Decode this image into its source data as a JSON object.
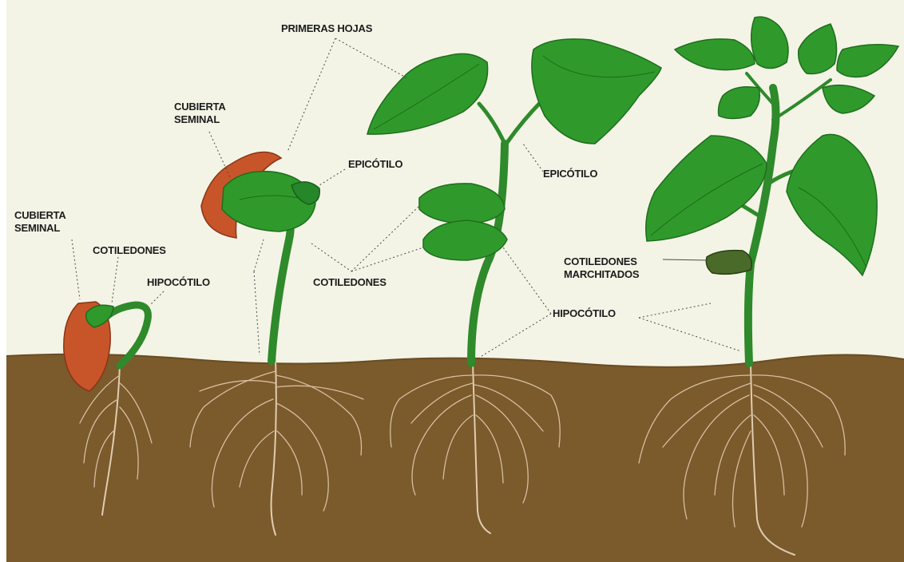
{
  "diagram": {
    "colors": {
      "sky": "#f3f4e6",
      "soil": "#7b5a2c",
      "stem": "#2e8a2a",
      "leaf": "#2f9a2b",
      "seed_coat": "#c8552a",
      "root": "#e0cdb0"
    },
    "labels": {
      "cubierta_seminal_1": "CUBIERTA\nSEMINAL",
      "cotiledones_1": "COTILEDONES",
      "hipocotilo_1": "HIPOCÓTILO",
      "cubierta_seminal_2": "CUBIERTA\nSEMINAL",
      "primeras_hojas": "PRIMERAS HOJAS",
      "epicotilo_2": "EPICÓTILO",
      "cotiledones_2": "COTILEDONES",
      "epicotilo_3": "EPICÓTILO",
      "hipocotilo_3": "HIPOCÓTILO",
      "cotiledones_marchitados": "COTILEDONES\nMARCHITADOS"
    }
  }
}
